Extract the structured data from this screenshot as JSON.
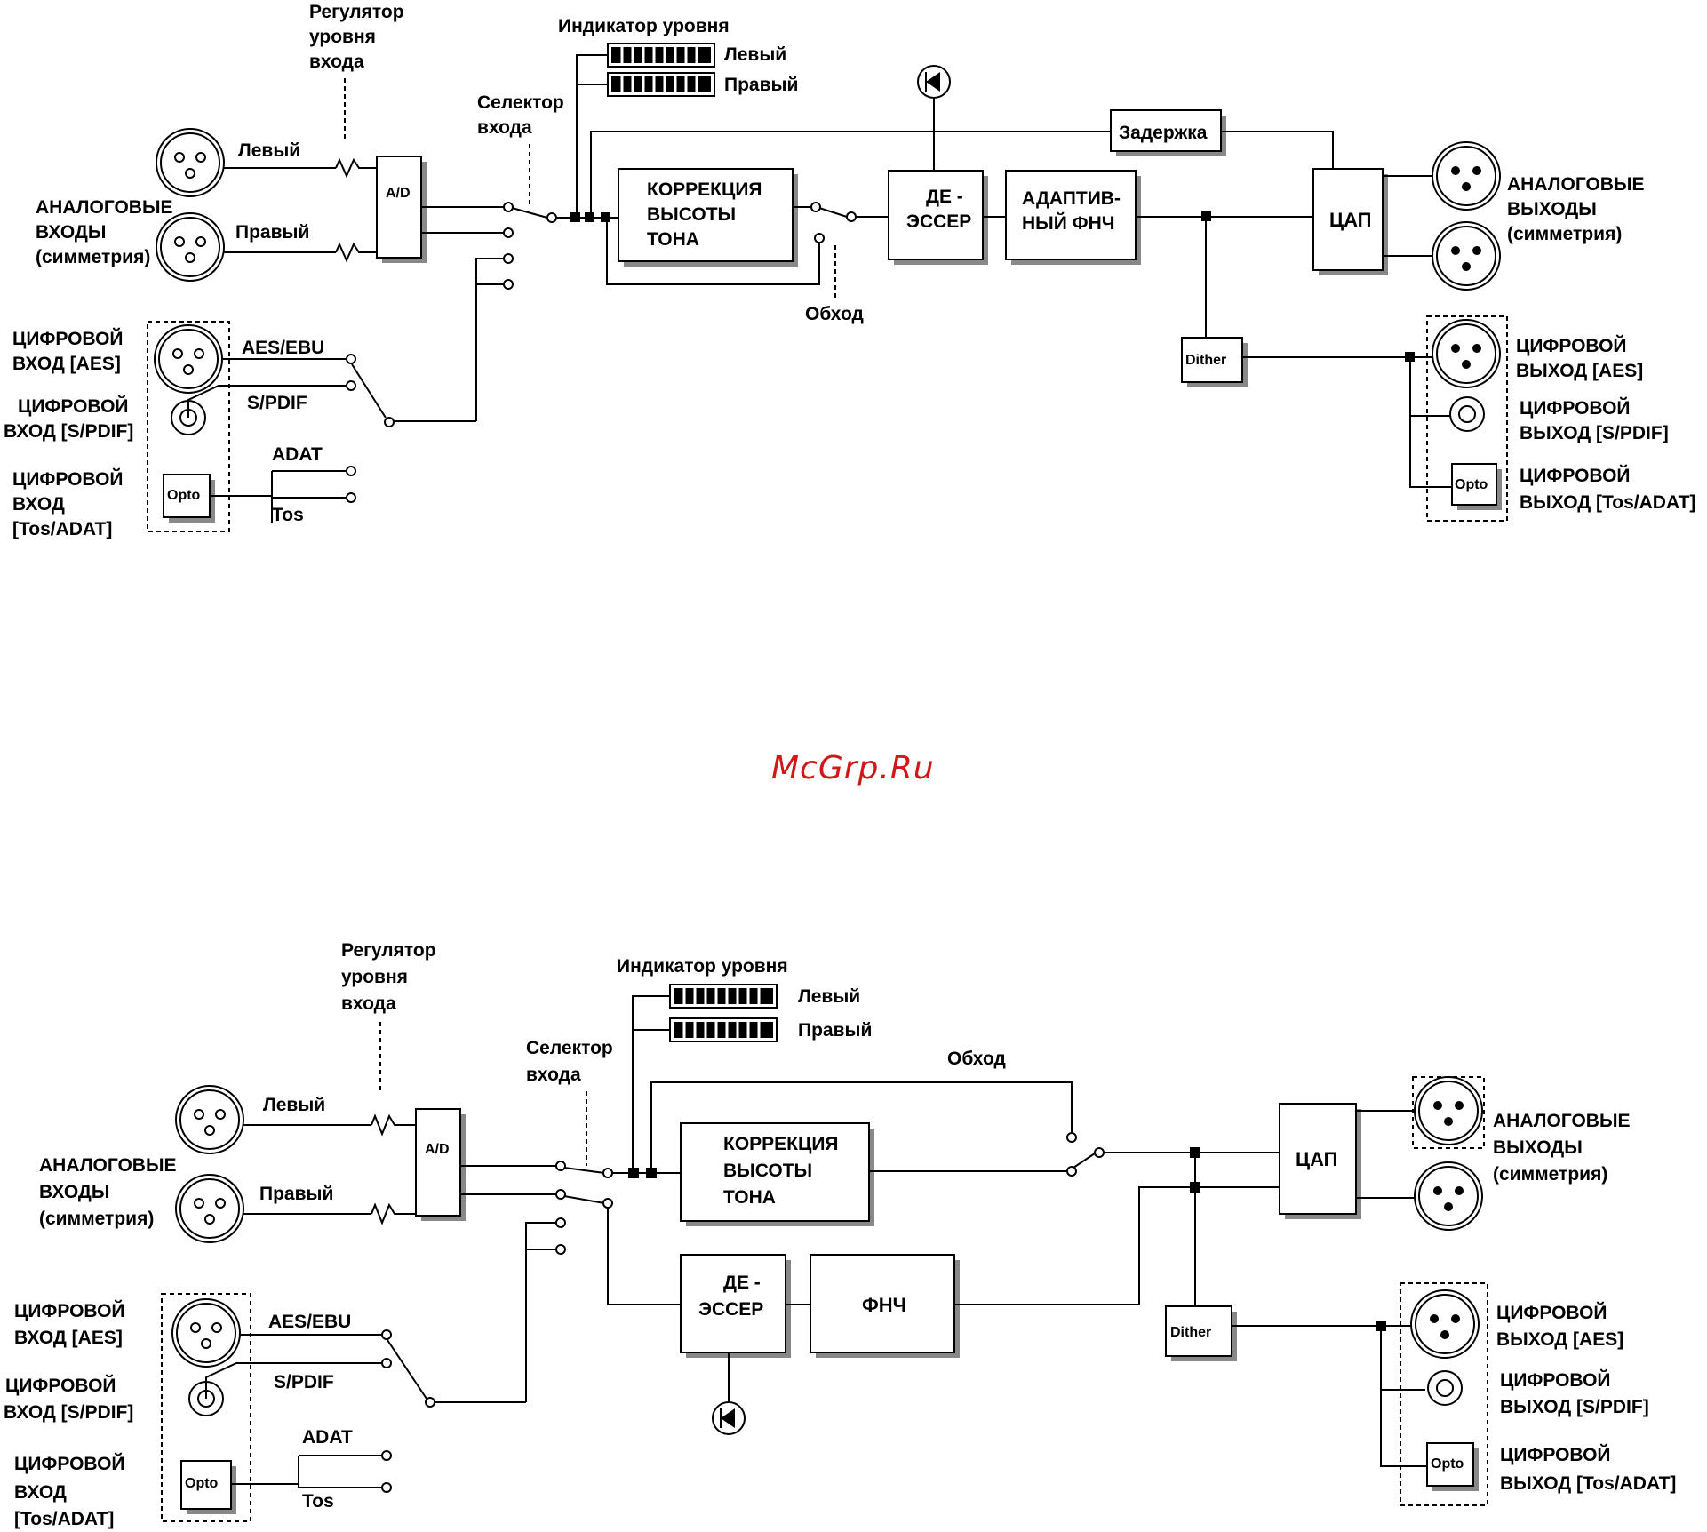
{
  "watermark": "McGrp.Ru",
  "top": {
    "gain_label": [
      "Регулятор",
      "уровня",
      "входа"
    ],
    "meter_title": "Индикатор уровня",
    "meter_left": "Левый",
    "meter_right": "Правый",
    "selector_label": [
      "Селектор",
      "входа"
    ],
    "analog_in_left": "Левый",
    "analog_in_right": "Правый",
    "analog_inputs": [
      "АНАЛОГОВЫЕ",
      "ВХОДЫ",
      "(симметрия)"
    ],
    "ad_label": "A/D",
    "pitch_label": [
      "КОРРЕКЦИЯ",
      "ВЫСОТЫ",
      "ТОНА"
    ],
    "bypass_label": "Обход",
    "deesser_label": [
      "ДЕ -",
      "ЭССЕР"
    ],
    "lpf_label": [
      "АДАПТИВ-",
      "НЫЙ ФНЧ"
    ],
    "delay_label": "Задержка",
    "dac_label": "ЦАП",
    "analog_outputs": [
      "АНАЛОГОВЫЕ",
      "ВЫХОДЫ",
      "(симметрия)"
    ],
    "dither_label": "Dither",
    "aes_ebu": "AES/EBU",
    "spdif": "S/PDIF",
    "adat": "ADAT",
    "tos": "Tos",
    "opto": "Opto",
    "digital_in_aes": [
      "ЦИФРОВОЙ",
      "ВХОД  [AES]"
    ],
    "digital_in_spdif": [
      "ЦИФРОВОЙ",
      "ВХОД  [S/PDIF]"
    ],
    "digital_in_tos": [
      "ЦИФРОВОЙ",
      "ВХОД",
      "[Tos/ADAT]"
    ],
    "digital_out_aes": [
      "ЦИФРОВОЙ",
      "ВЫХОД [AES]"
    ],
    "digital_out_spdif": [
      "ЦИФРОВОЙ",
      "ВЫХОД [S/PDIF]"
    ],
    "digital_out_tos": [
      "ЦИФРОВОЙ",
      "ВЫХОД [Tos/ADAT]"
    ]
  },
  "bottom": {
    "gain_label": [
      "Регулятор",
      "уровня",
      "входа"
    ],
    "meter_title": "Индикатор уровня",
    "meter_left": "Левый",
    "meter_right": "Правый",
    "selector_label": [
      "Селектор",
      "входа"
    ],
    "bypass_label": "Обход",
    "analog_in_left": "Левый",
    "analog_in_right": "Правый",
    "analog_inputs": [
      "АНАЛОГОВЫЕ",
      "ВХОДЫ",
      "(симметрия)"
    ],
    "ad_label": "A/D",
    "pitch_label": [
      "КОРРЕКЦИЯ",
      "ВЫСОТЫ",
      "ТОНА"
    ],
    "deesser_label": [
      "ДЕ -",
      "ЭССЕР"
    ],
    "lpf_label": "ФНЧ",
    "dac_label": "ЦАП",
    "analog_outputs": [
      "АНАЛОГОВЫЕ",
      "ВЫХОДЫ",
      "(симметрия)"
    ],
    "dither_label": "Dither",
    "aes_ebu": "AES/EBU",
    "spdif": "S/PDIF",
    "adat": "ADAT",
    "tos": "Tos",
    "opto": "Opto",
    "digital_in_aes": [
      "ЦИФРОВОЙ",
      "ВХОД  [AES]"
    ],
    "digital_in_spdif": [
      "ЦИФРОВОЙ",
      "ВХОД  [S/PDIF]"
    ],
    "digital_in_tos": [
      "ЦИФРОВОЙ",
      "ВХОД",
      "[Tos/ADAT]"
    ],
    "digital_out_aes": [
      "ЦИФРОВОЙ",
      "ВЫХОД [AES]"
    ],
    "digital_out_spdif": [
      "ЦИФРОВОЙ",
      "ВЫХОД [S/PDIF]"
    ],
    "digital_out_tos": [
      "ЦИФРОВОЙ",
      "ВЫХОД [Tos/ADAT]"
    ]
  }
}
